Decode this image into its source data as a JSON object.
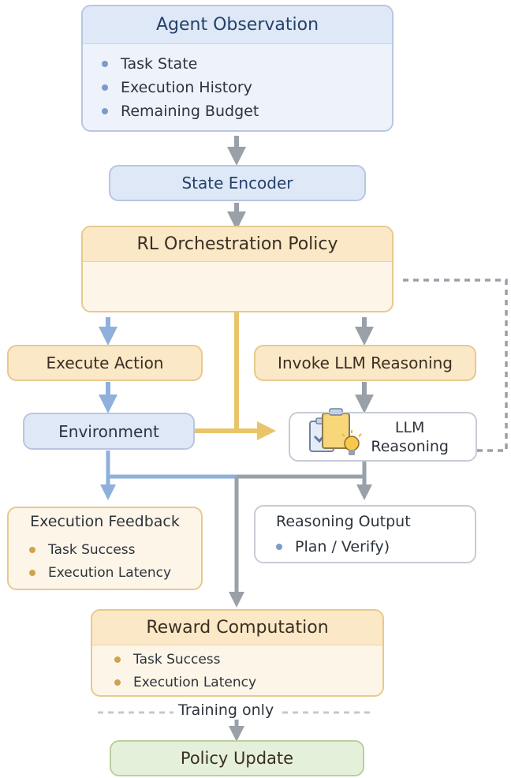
{
  "agent_observation": {
    "title": "Agent Observation",
    "items": [
      "Task State",
      "Execution History",
      "Remaining Budget"
    ]
  },
  "state_encoder": {
    "label": "State Encoder"
  },
  "policy": {
    "title": "RL Orchestration Policy"
  },
  "execute_action": {
    "label": "Execute Action"
  },
  "invoke_llm": {
    "label": "Invoke LLM Reasoning"
  },
  "environment": {
    "label": "Environment"
  },
  "llm_reasoning": {
    "line1": "LLM",
    "line2": "Reasoning"
  },
  "execution_feedback": {
    "title": "Execution Feedback",
    "items": [
      "Task Success",
      "Execution Latency"
    ]
  },
  "reasoning_output": {
    "title": "Reasoning Output",
    "items": [
      "Plan / Verify)"
    ]
  },
  "reward_computation": {
    "title": "Reward Computation",
    "items": [
      "Task Success",
      "Execution Latency"
    ]
  },
  "training_note": "Training only",
  "policy_update": {
    "label": "Policy Update"
  },
  "colors": {
    "gray_arrow": "#9aa0a8",
    "blue_arrow": "#8fb0dc",
    "gold_arrow": "#e9c46a",
    "dashed_line": "#9aa0a8",
    "node": "#f3c55a",
    "end_node": "#e2874f"
  }
}
